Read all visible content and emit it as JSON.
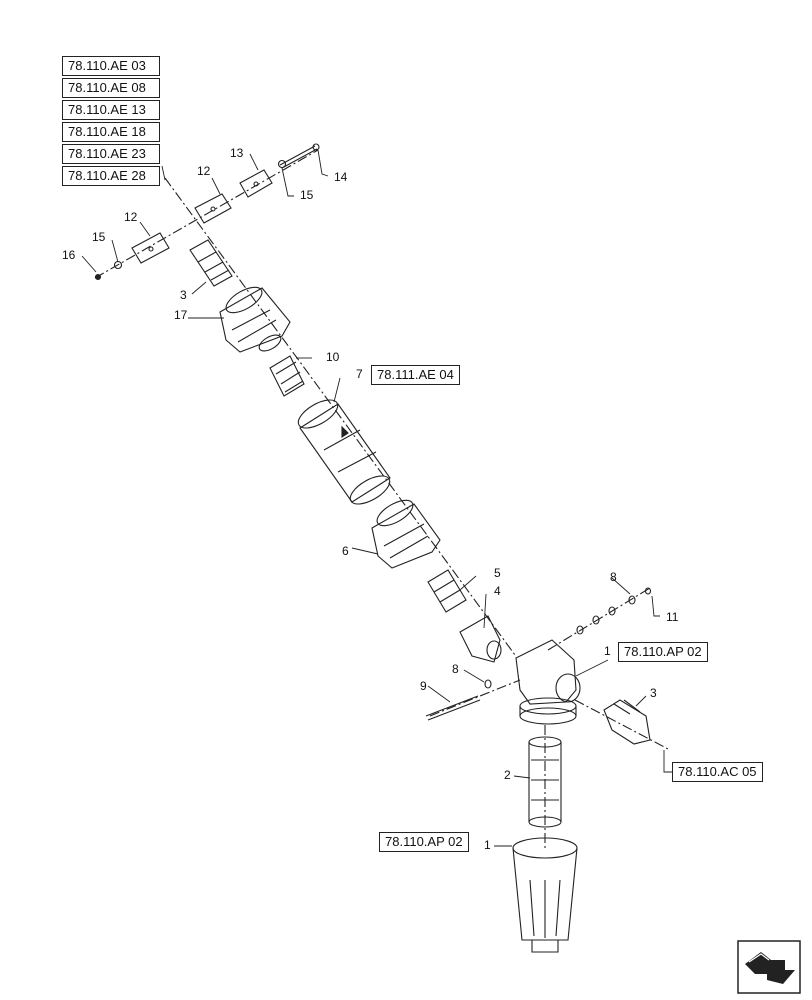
{
  "ref_stack": [
    "78.110.AE 03",
    "78.110.AE 08",
    "78.110.AE 13",
    "78.110.AE 18",
    "78.110.AE 23",
    "78.110.AE 28"
  ],
  "ref_boxes": {
    "mid": "78.111.AE 04",
    "right_top": "78.110.AP 02",
    "right_bottom": "78.110.AC 05",
    "bottom_left": "78.110.AP 02"
  },
  "callouts": {
    "c13": "13",
    "c14": "14",
    "c12a": "12",
    "c15a": "15",
    "c12b": "12",
    "c15b": "15",
    "c16": "16",
    "c3a": "3",
    "c17": "17",
    "c10": "10",
    "c7": "7",
    "c6": "6",
    "c5": "5",
    "c4": "4",
    "c8a": "8",
    "c11": "11",
    "c1a": "1",
    "c8b": "8",
    "c9": "9",
    "c3b": "3",
    "c2": "2",
    "c1b": "1"
  },
  "icons": {
    "nav": "next-page-arrow-icon"
  }
}
